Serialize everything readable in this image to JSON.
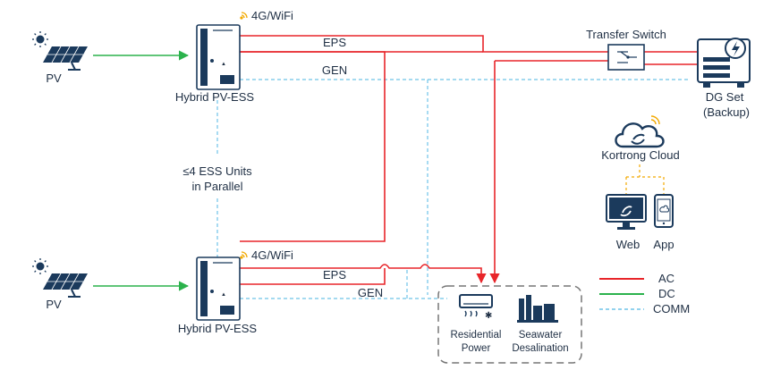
{
  "colors": {
    "ac": "#e8252a",
    "dc": "#2bb24c",
    "comm": "#6ec3e8",
    "navy": "#1b3a5c",
    "cloud_link": "#f2a900",
    "wifi": "#f2a900"
  },
  "top_unit": {
    "pv_label": "PV",
    "ess_label": "Hybrid PV-ESS",
    "conn_label": "4G/WiFi",
    "eps_label": "EPS",
    "gen_label": "GEN"
  },
  "bottom_unit": {
    "pv_label": "PV",
    "ess_label": "Hybrid PV-ESS",
    "conn_label": "4G/WiFi",
    "eps_label": "EPS",
    "gen_label": "GEN"
  },
  "parallel_note": {
    "line1": "≤4 ESS Units",
    "line2": "in Parallel"
  },
  "transfer_switch_label": "Transfer Switch",
  "dg_set": {
    "line1": "DG Set",
    "line2": "(Backup)"
  },
  "cloud_label": "Kortrong Cloud",
  "web_label": "Web",
  "app_label": "App",
  "loads": {
    "residential_line1": "Residential",
    "residential_line2": "Power",
    "desal_line1": "Seawater",
    "desal_line2": "Desalination"
  },
  "legend": [
    {
      "label": "AC",
      "color": "#e8252a",
      "style": "solid"
    },
    {
      "label": "DC",
      "color": "#2bb24c",
      "style": "solid"
    },
    {
      "label": "COMM",
      "color": "#6ec3e8",
      "style": "dashed"
    }
  ],
  "icons": [
    "sun-icon",
    "solar-panel-icon",
    "inverter-icon",
    "wifi-icon",
    "transfer-switch-icon",
    "generator-icon",
    "cloud-icon",
    "monitor-icon",
    "phone-icon",
    "air-conditioner-icon",
    "desalination-plant-icon"
  ]
}
